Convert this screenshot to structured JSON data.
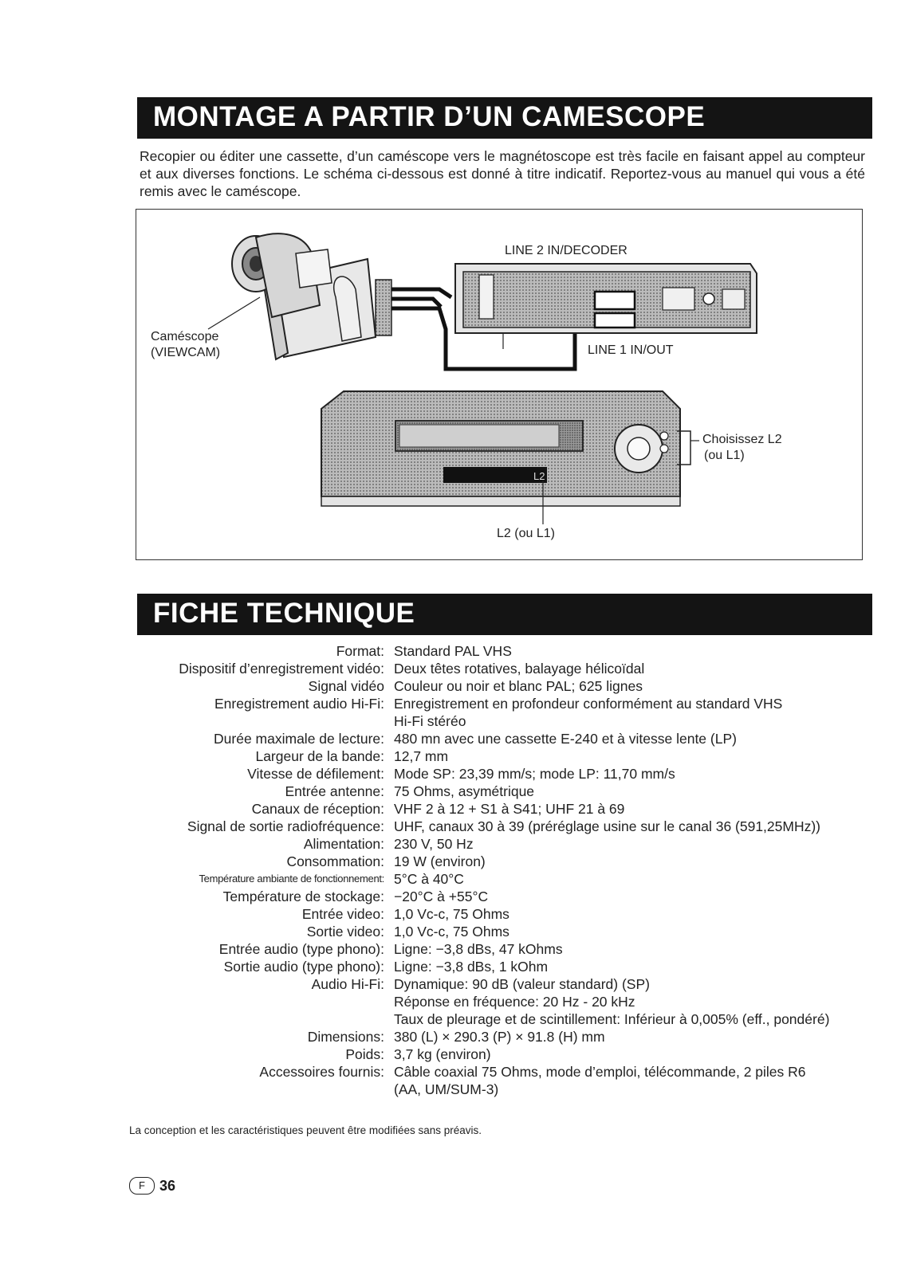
{
  "section1": {
    "title": "MONTAGE A PARTIR D’UN CAMESCOPE",
    "intro": "Recopier ou éditer une cassette, d’un caméscope vers le magnétoscope est très facile en faisant appel au compteur et aux diverses fonctions. Le schéma ci-dessous est donné à titre indicatif. Reportez-vous au manuel qui vous a été remis avec le caméscope."
  },
  "diagram": {
    "line2": "LINE 2 IN/DECODER",
    "line1": "LINE 1 IN/OUT",
    "camcorder_l1": "Caméscope",
    "camcorder_l2": "(VIEWCAM)",
    "select_l1": "Choisissez L2",
    "select_l2": "(ou L1)",
    "display": "L2 (ou L1)",
    "screen_text": "L2"
  },
  "section2": {
    "title": "FICHE TECHNIQUE",
    "specs": [
      {
        "k": "Format:",
        "v": [
          "Standard PAL VHS"
        ]
      },
      {
        "k": "Dispositif d’enregistrement vidéo:",
        "v": [
          "Deux têtes rotatives, balayage hélicoïdal"
        ]
      },
      {
        "k": "Signal vidéo",
        "v": [
          "Couleur ou noir et blanc PAL; 625 lignes"
        ]
      },
      {
        "k": "Enregistrement audio Hi-Fi:",
        "v": [
          "Enregistrement en profondeur conformément au standard VHS",
          "Hi-Fi stéréo"
        ]
      },
      {
        "k": "Durée maximale de lecture:",
        "v": [
          "480 mn avec une cassette E-240 et à vitesse lente (LP)"
        ]
      },
      {
        "k": "Largeur de la bande:",
        "v": [
          "12,7 mm"
        ]
      },
      {
        "k": "Vitesse de défilement:",
        "v": [
          "Mode SP: 23,39 mm/s; mode LP: 11,70 mm/s"
        ]
      },
      {
        "k": "Entrée antenne:",
        "v": [
          "75 Ohms, asymétrique"
        ]
      },
      {
        "k": "Canaux de réception:",
        "v": [
          "VHF 2 à 12 + S1 à S41; UHF 21 à 69"
        ]
      },
      {
        "k": "Signal de sortie radiofréquence:",
        "v": [
          "UHF, canaux 30 à 39 (préréglage usine sur le canal 36 (591,25MHz))"
        ]
      },
      {
        "k": "Alimentation:",
        "v": [
          "230 V, 50 Hz"
        ]
      },
      {
        "k": "Consommation:",
        "v": [
          "19 W (environ)"
        ]
      },
      {
        "k": "Température ambiante de fonctionnement:",
        "v": [
          "5°C à 40°C"
        ],
        "small": true
      },
      {
        "k": "Température de stockage:",
        "v": [
          "−20°C à +55°C"
        ]
      },
      {
        "k": "Entrée video:",
        "v": [
          "1,0 Vc-c, 75 Ohms"
        ]
      },
      {
        "k": "Sortie video:",
        "v": [
          "1,0 Vc-c, 75 Ohms"
        ]
      },
      {
        "k": "Entrée audio (type phono):",
        "v": [
          "Ligne: −3,8 dBs, 47 kOhms"
        ]
      },
      {
        "k": "Sortie audio (type phono):",
        "v": [
          "Ligne: −3,8 dBs, 1 kOhm"
        ]
      },
      {
        "k": "Audio Hi-Fi:",
        "v": [
          "Dynamique: 90 dB (valeur standard) (SP)",
          "Réponse en fréquence: 20 Hz - 20 kHz",
          "Taux de pleurage et de scintillement: Inférieur à 0,005% (eff., pondéré)"
        ]
      },
      {
        "k": "Dimensions:",
        "v": [
          "380 (L) × 290.3 (P) × 91.8 (H) mm"
        ]
      },
      {
        "k": "Poids:",
        "v": [
          "3,7 kg (environ)"
        ]
      },
      {
        "k": "Accessoires fournis:",
        "v": [
          "Câble coaxial 75 Ohms, mode d’emploi, télécommande, 2 piles R6",
          "(AA, UM/SUM-3)"
        ]
      }
    ]
  },
  "footer": {
    "note": "La conception et les caractéristiques peuvent être modifiées sans préavis.",
    "badge": "F",
    "page": "36"
  }
}
